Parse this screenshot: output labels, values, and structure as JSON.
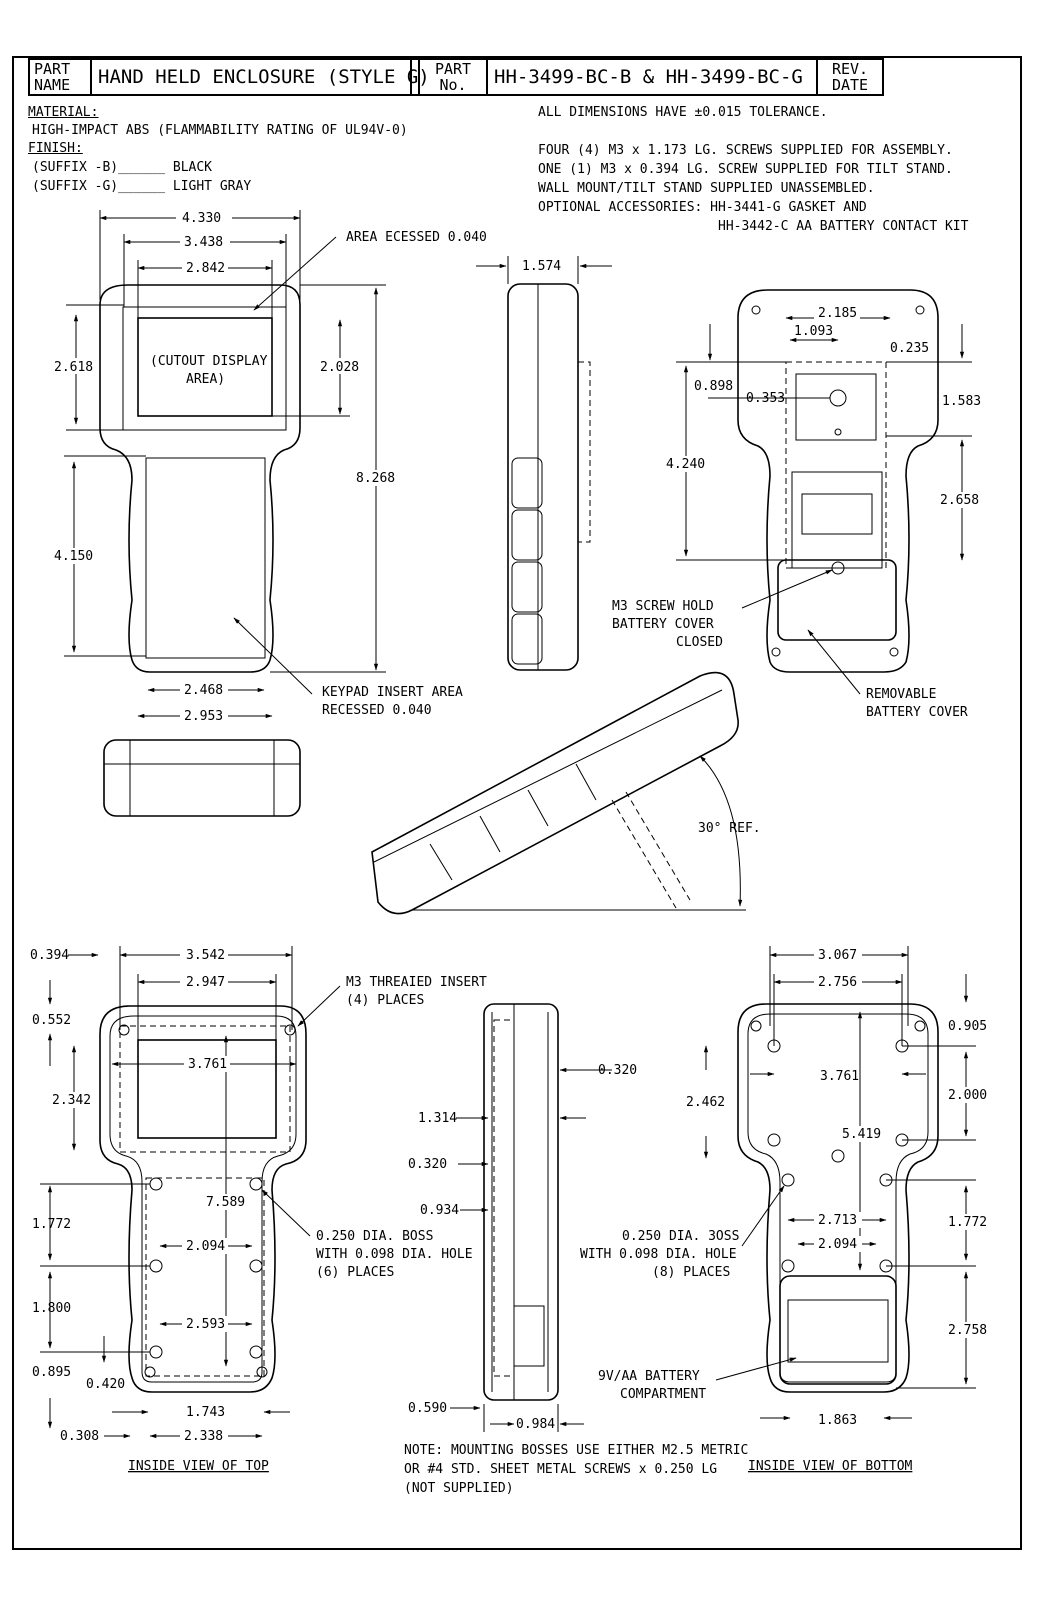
{
  "title_block": {
    "part_name_label": "PART NAME",
    "part_name": "HAND HELD ENCLOSURE (STYLE G)",
    "part_no_label": "PART No.",
    "part_no": "HH-3499-BC-B & HH-3499-BC-G",
    "rev_label": "REV. DATE"
  },
  "material": {
    "heading": "MATERIAL:",
    "text": "HIGH-IMPACT ABS (FLAMMABILITY RATING OF UL94V-0)",
    "finish_heading": "FINISH:",
    "finish_b": "(SUFFIX -B)______ BLACK",
    "finish_g": "(SUFFIX -G)______ LIGHT GRAY"
  },
  "notes": {
    "tolerance": "ALL DIMENSIONS HAVE ±0.015 TOLERANCE.",
    "screws_1": "FOUR (4) M3 x 1.173 LG. SCREWS SUPPLIED FOR ASSEMBLY.",
    "screws_2": "ONE (1) M3 x 0.394 LG. SCREW SUPPLIED FOR TILT STAND.",
    "screws_3": "WALL MOUNT/TILT STAND SUPPLIED UNASSEMBLED.",
    "accessories_1": "OPTIONAL ACCESSORIES: HH-3441-G GASKET AND",
    "accessories_2": "HH-3442-C AA BATTERY CONTACT KIT",
    "bosses_1": "NOTE: MOUNTING BOSSES USE EITHER M2.5 METRIC",
    "bosses_2": "OR #4 STD. SHEET METAL SCREWS x 0.250 LG",
    "bosses_3": "(NOT SUPPLIED)"
  },
  "front_view": {
    "d_overall_width": "4.330",
    "d_recess_width": "3.438",
    "d_display_width": "2.842",
    "d_display_height": "2.618",
    "d_display_inner_height": "2.028",
    "d_overall_length": "8.268",
    "d_keypad_height": "4.150",
    "d_keypad_inner_width": "2.468",
    "d_keypad_width": "2.953",
    "label_area_recessed": "AREA ECESSED 0.040",
    "label_cutout_1": "(CUTOUT DISPLAY",
    "label_cutout_2": "AREA)",
    "label_keypad_1": "KEYPAD INSERT AREA",
    "label_keypad_2": "RECESSED 0.040"
  },
  "side_view": {
    "d_thickness": "1.574"
  },
  "back_view": {
    "d_slot_width": "2.185",
    "d_slot_half": "1.093",
    "d_0235": "0.235",
    "d_0898": "0.898",
    "d_0353": "0.353",
    "d_1583": "1.583",
    "d_4240": "4.240",
    "d_2658": "2.658",
    "label_screw_1": "M3 SCREW HOLD",
    "label_screw_2": "BATTERY COVER",
    "label_screw_3": "CLOSED",
    "label_cover_1": "REMOVABLE",
    "label_cover_2": "BATTERY COVER"
  },
  "tilt_view": {
    "angle": "30° REF."
  },
  "inside_top": {
    "caption": "INSIDE VIEW OF TOP",
    "d_0394": "0.394",
    "d_3542": "3.542",
    "d_2947": "2.947",
    "d_0552": "0.552",
    "d_3761": "3.761",
    "d_2342": "2.342",
    "d_7589": "7.589",
    "d_1772": "1.772",
    "d_2094": "2.094",
    "d_1800": "1.800",
    "d_2593": "2.593",
    "d_0895": "0.895",
    "d_0420": "0.420",
    "d_1743": "1.743",
    "d_0308": "0.308",
    "d_2338": "2.338",
    "label_insert_1": "M3 THREAIED INSERT",
    "label_insert_2": "(4) PLACES",
    "label_boss_1": "0.250 DIA. BOSS",
    "label_boss_2": "WITH 0.098 DIA. HOLE",
    "label_boss_3": "(6) PLACES"
  },
  "section_view": {
    "d_0320a": "0.320",
    "d_1314": "1.314",
    "d_0320b": "0.320",
    "d_0934": "0.934",
    "d_0590": "0.590",
    "d_0984": "0.984"
  },
  "inside_bottom": {
    "caption": "INSIDE VIEW OF BOTTOM",
    "d_3067": "3.067",
    "d_2756": "2.756",
    "d_0905": "0.905",
    "d_3761": "3.761",
    "d_2462": "2.462",
    "d_2000": "2.000",
    "d_5419": "5.419",
    "d_2713": "2.713",
    "d_2094": "2.094",
    "d_1772": "1.772",
    "d_2758": "2.758",
    "d_1863": "1.863",
    "label_boss_1": "0.250 DIA. 3OSS",
    "label_boss_2": "WITH 0.098 DIA. HOLE",
    "label_boss_3": "(8) PLACES",
    "label_batt_1": "9V/AA BATTERY",
    "label_batt_2": "COMPARTMENT"
  }
}
